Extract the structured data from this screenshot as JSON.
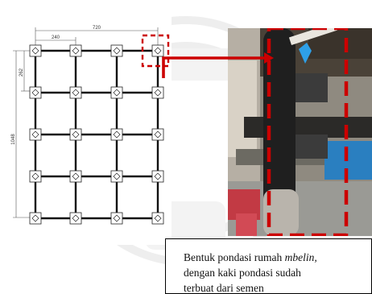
{
  "plan": {
    "dim_top_total": "720",
    "dim_top_span": "240",
    "dim_left_total": "1048",
    "dim_left_span": "262"
  },
  "caption": {
    "line1_prefix": "Bentuk pondasi rumah ",
    "line1_italic": "mbelin,",
    "line2": "dengan kaki pondasi sudah",
    "line3": "terbuat dari semen"
  },
  "colors": {
    "callout_red": "#cc0000",
    "grid_line": "#111111"
  }
}
